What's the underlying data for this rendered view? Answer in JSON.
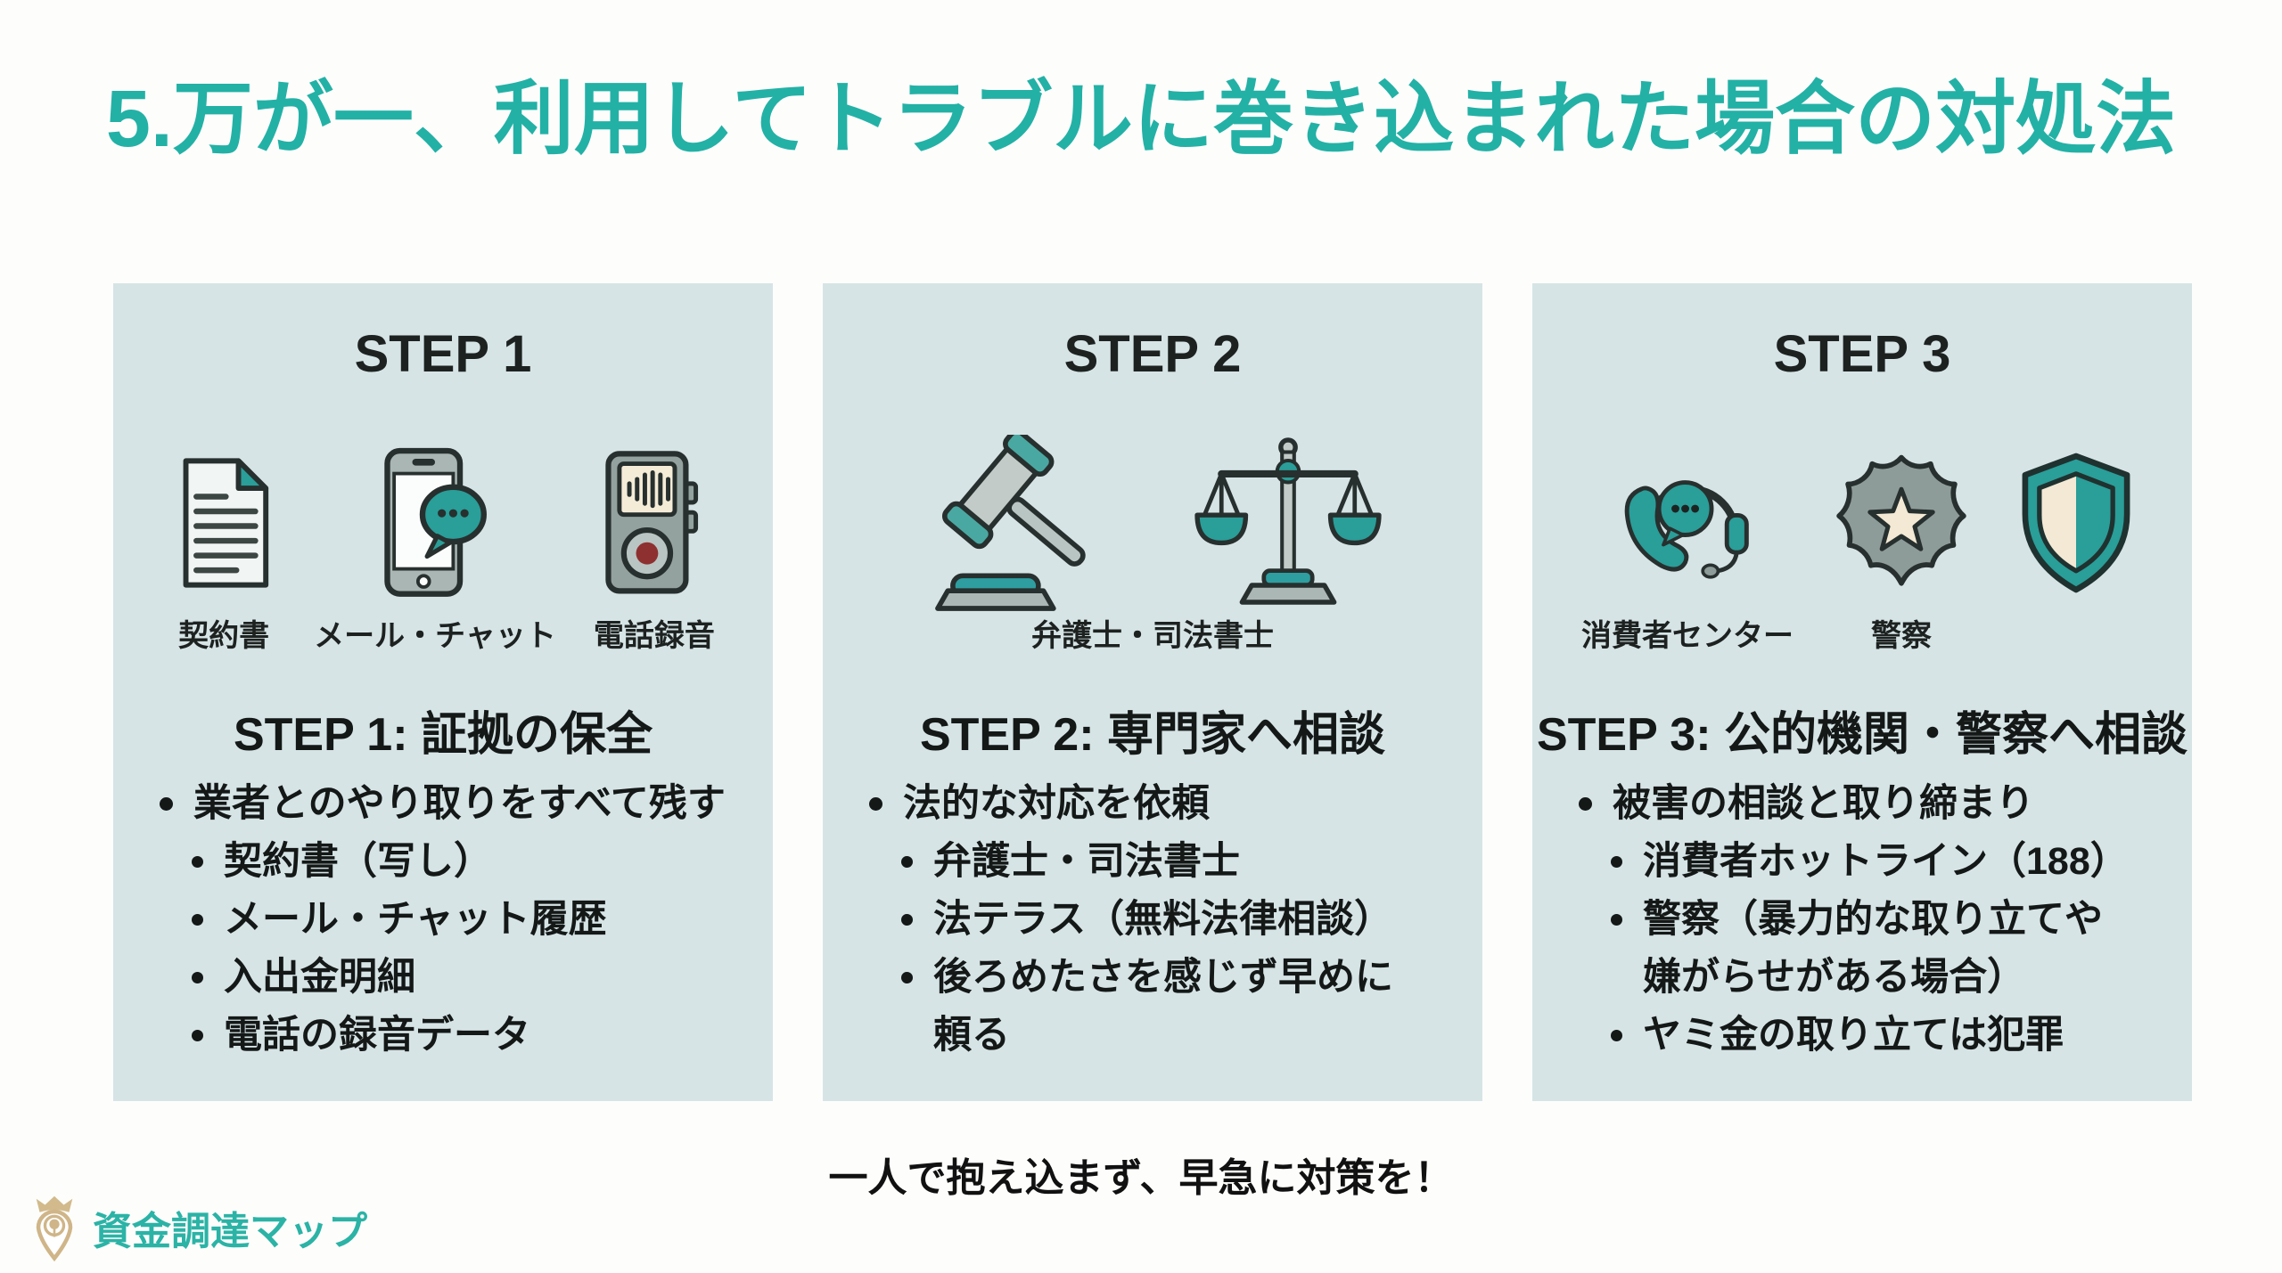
{
  "title": "5.万が一、利用してトラブルに巻き込まれた場合の対処法",
  "steps": [
    {
      "header": "STEP 1",
      "icon_labels": [
        "契約書",
        "メール・チャット",
        "電話録音"
      ],
      "icons": [
        "contract-document-icon",
        "smartphone-chat-icon",
        "voice-recorder-icon"
      ],
      "heading": "STEP 1: 証拠の保全",
      "lead_bullet": "業者とのやり取りをすべて残す",
      "sub_bullets": [
        "契約書（写し）",
        "メール・チャット履歴",
        "入出金明細",
        "電話の録音データ"
      ]
    },
    {
      "header": "STEP 2",
      "icon_labels": [
        "弁護士・司法書士"
      ],
      "icons": [
        "gavel-icon",
        "scales-of-justice-icon"
      ],
      "heading": "STEP 2: 専門家へ相談",
      "lead_bullet": "法的な対応を依頼",
      "sub_bullets": [
        "弁護士・司法書士",
        "法テラス（無料法律相談）",
        "後ろめたさを感じず早めに頼る"
      ]
    },
    {
      "header": "STEP 3",
      "icon_labels": [
        "消費者センター",
        "警察"
      ],
      "icons": [
        "headset-phone-icon",
        "police-badge-icon",
        "shield-icon"
      ],
      "heading": "STEP 3: 公的機関・警察へ相談",
      "lead_bullet": "被害の相談と取り締まり",
      "sub_bullets": [
        "消費者ホットライン（188）",
        "警察（暴力的な取り立てや嫌がらせがある場合）",
        "ヤミ金の取り立ては犯罪"
      ]
    }
  ],
  "footer": {
    "message": "一人で抱え込まず、早急に対策を！"
  },
  "logo": {
    "text": "資金調達マップ"
  },
  "colors": {
    "accent_teal": "#23b1a6",
    "panel_bg": "#d6e4e6",
    "icon_teal": "#2a9e99",
    "icon_gray": "#9fadaa",
    "cream": "#f3e9d4",
    "record_red": "#8e3030",
    "logo_gold": "#cfb588",
    "logo_teal": "#2bb3a6",
    "text": "#141817"
  }
}
